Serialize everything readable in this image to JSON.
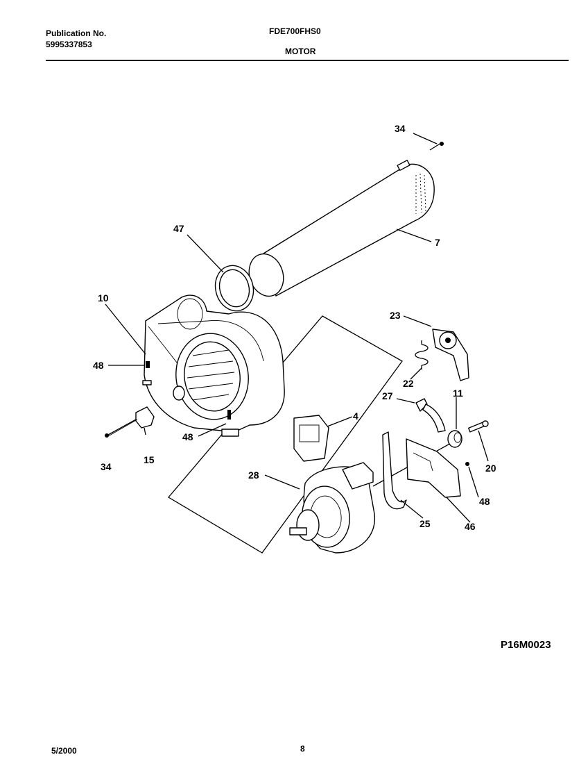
{
  "header": {
    "publication_label": "Publication No.",
    "publication_number": "5995337853",
    "model": "FDE700FHS0",
    "section_title": "MOTOR"
  },
  "diagram": {
    "callouts": {
      "c34_top": "34",
      "c7": "7",
      "c47": "47",
      "c10": "10",
      "c23": "23",
      "c48_left": "48",
      "c22": "22",
      "c27": "27",
      "c11": "11",
      "c4": "4",
      "c48_mid": "48",
      "c34_left": "34",
      "c15": "15",
      "c20": "20",
      "c28": "28",
      "c48_right": "48",
      "c25": "25",
      "c46": "46"
    }
  },
  "footer": {
    "figure_code": "P16M0023",
    "date": "5/2000",
    "page_number": "8"
  }
}
